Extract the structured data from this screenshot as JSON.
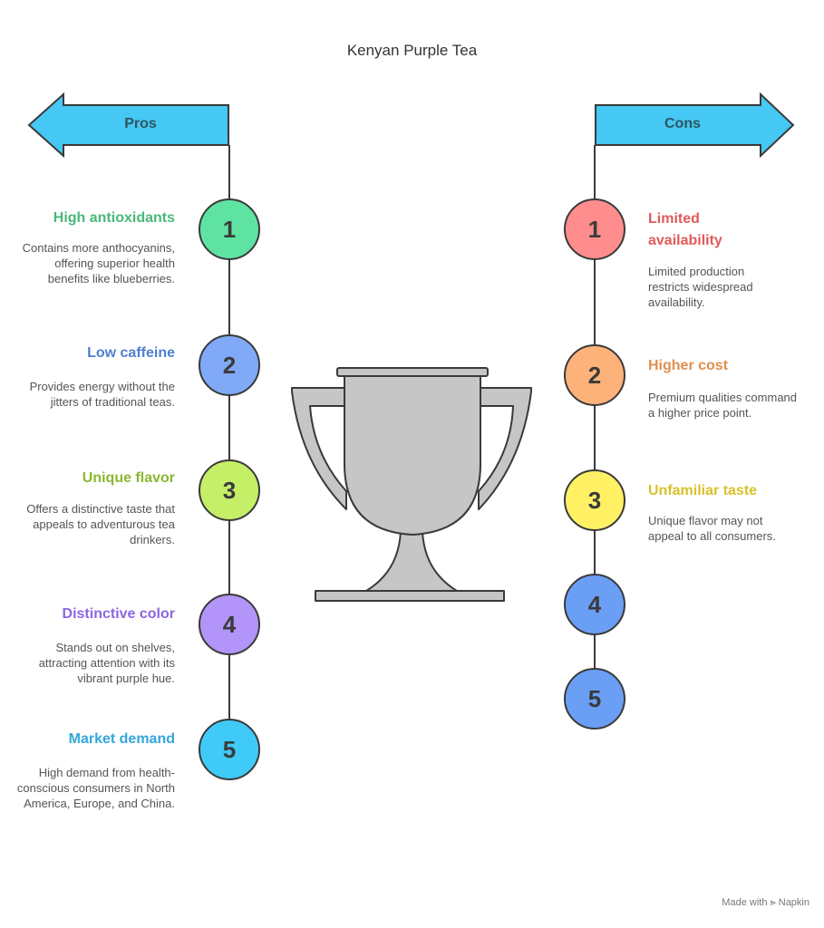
{
  "title": "Kenyan Purple Tea",
  "pros": {
    "label": "Pros",
    "items": [
      {
        "number": "1",
        "title": "High antioxidants",
        "description": "Contains more anthocyanins, offering superior health benefits like blueberries.",
        "title_color": "#4ab87a",
        "circle_color": "#5fe3a3"
      },
      {
        "number": "2",
        "title": "Low caffeine",
        "description": "Provides energy without the jitters of traditional teas.",
        "title_color": "#4f7fd1",
        "circle_color": "#80aaf7"
      },
      {
        "number": "3",
        "title": "Unique flavor",
        "description": "Offers a distinctive taste that appeals to adventurous tea drinkers.",
        "title_color": "#8ab832",
        "circle_color": "#c4ef67"
      },
      {
        "number": "4",
        "title": "Distinctive color",
        "description": "Stands out on shelves, attracting attention with its vibrant purple hue.",
        "title_color": "#8c66e0",
        "circle_color": "#b394f8"
      },
      {
        "number": "5",
        "title": "Market demand",
        "description": "High demand from health-conscious consumers in North America, Europe, and China.",
        "title_color": "#33a7d9",
        "circle_color": "#3fcaf7"
      }
    ]
  },
  "cons": {
    "label": "Cons",
    "items": [
      {
        "number": "1",
        "title": "Limited availability",
        "description": "Limited production restricts widespread availability.",
        "title_color": "#e05a5a",
        "circle_color": "#ff8d8d"
      },
      {
        "number": "2",
        "title": "Higher cost",
        "description": "Premium qualities command a higher price point.",
        "title_color": "#e08f4e",
        "circle_color": "#fdb27a"
      },
      {
        "number": "3",
        "title": "Unfamiliar taste",
        "description": "Unique flavor may not appeal to all consumers.",
        "title_color": "#d8c22a",
        "circle_color": "#fff064"
      },
      {
        "number": "4",
        "title": "",
        "description": "",
        "title_color": "#4f7fd1",
        "circle_color": "#6b9ef5"
      },
      {
        "number": "5",
        "title": "",
        "description": "",
        "title_color": "#4f7fd1",
        "circle_color": "#6b9ef5"
      }
    ]
  },
  "colors": {
    "arrow_fill": "#45c8f3",
    "arrow_text": "#2f5563",
    "trophy_fill": "#c6c6c6",
    "line": "#3a3a3a"
  },
  "footer": "Made with ⪢ Napkin"
}
